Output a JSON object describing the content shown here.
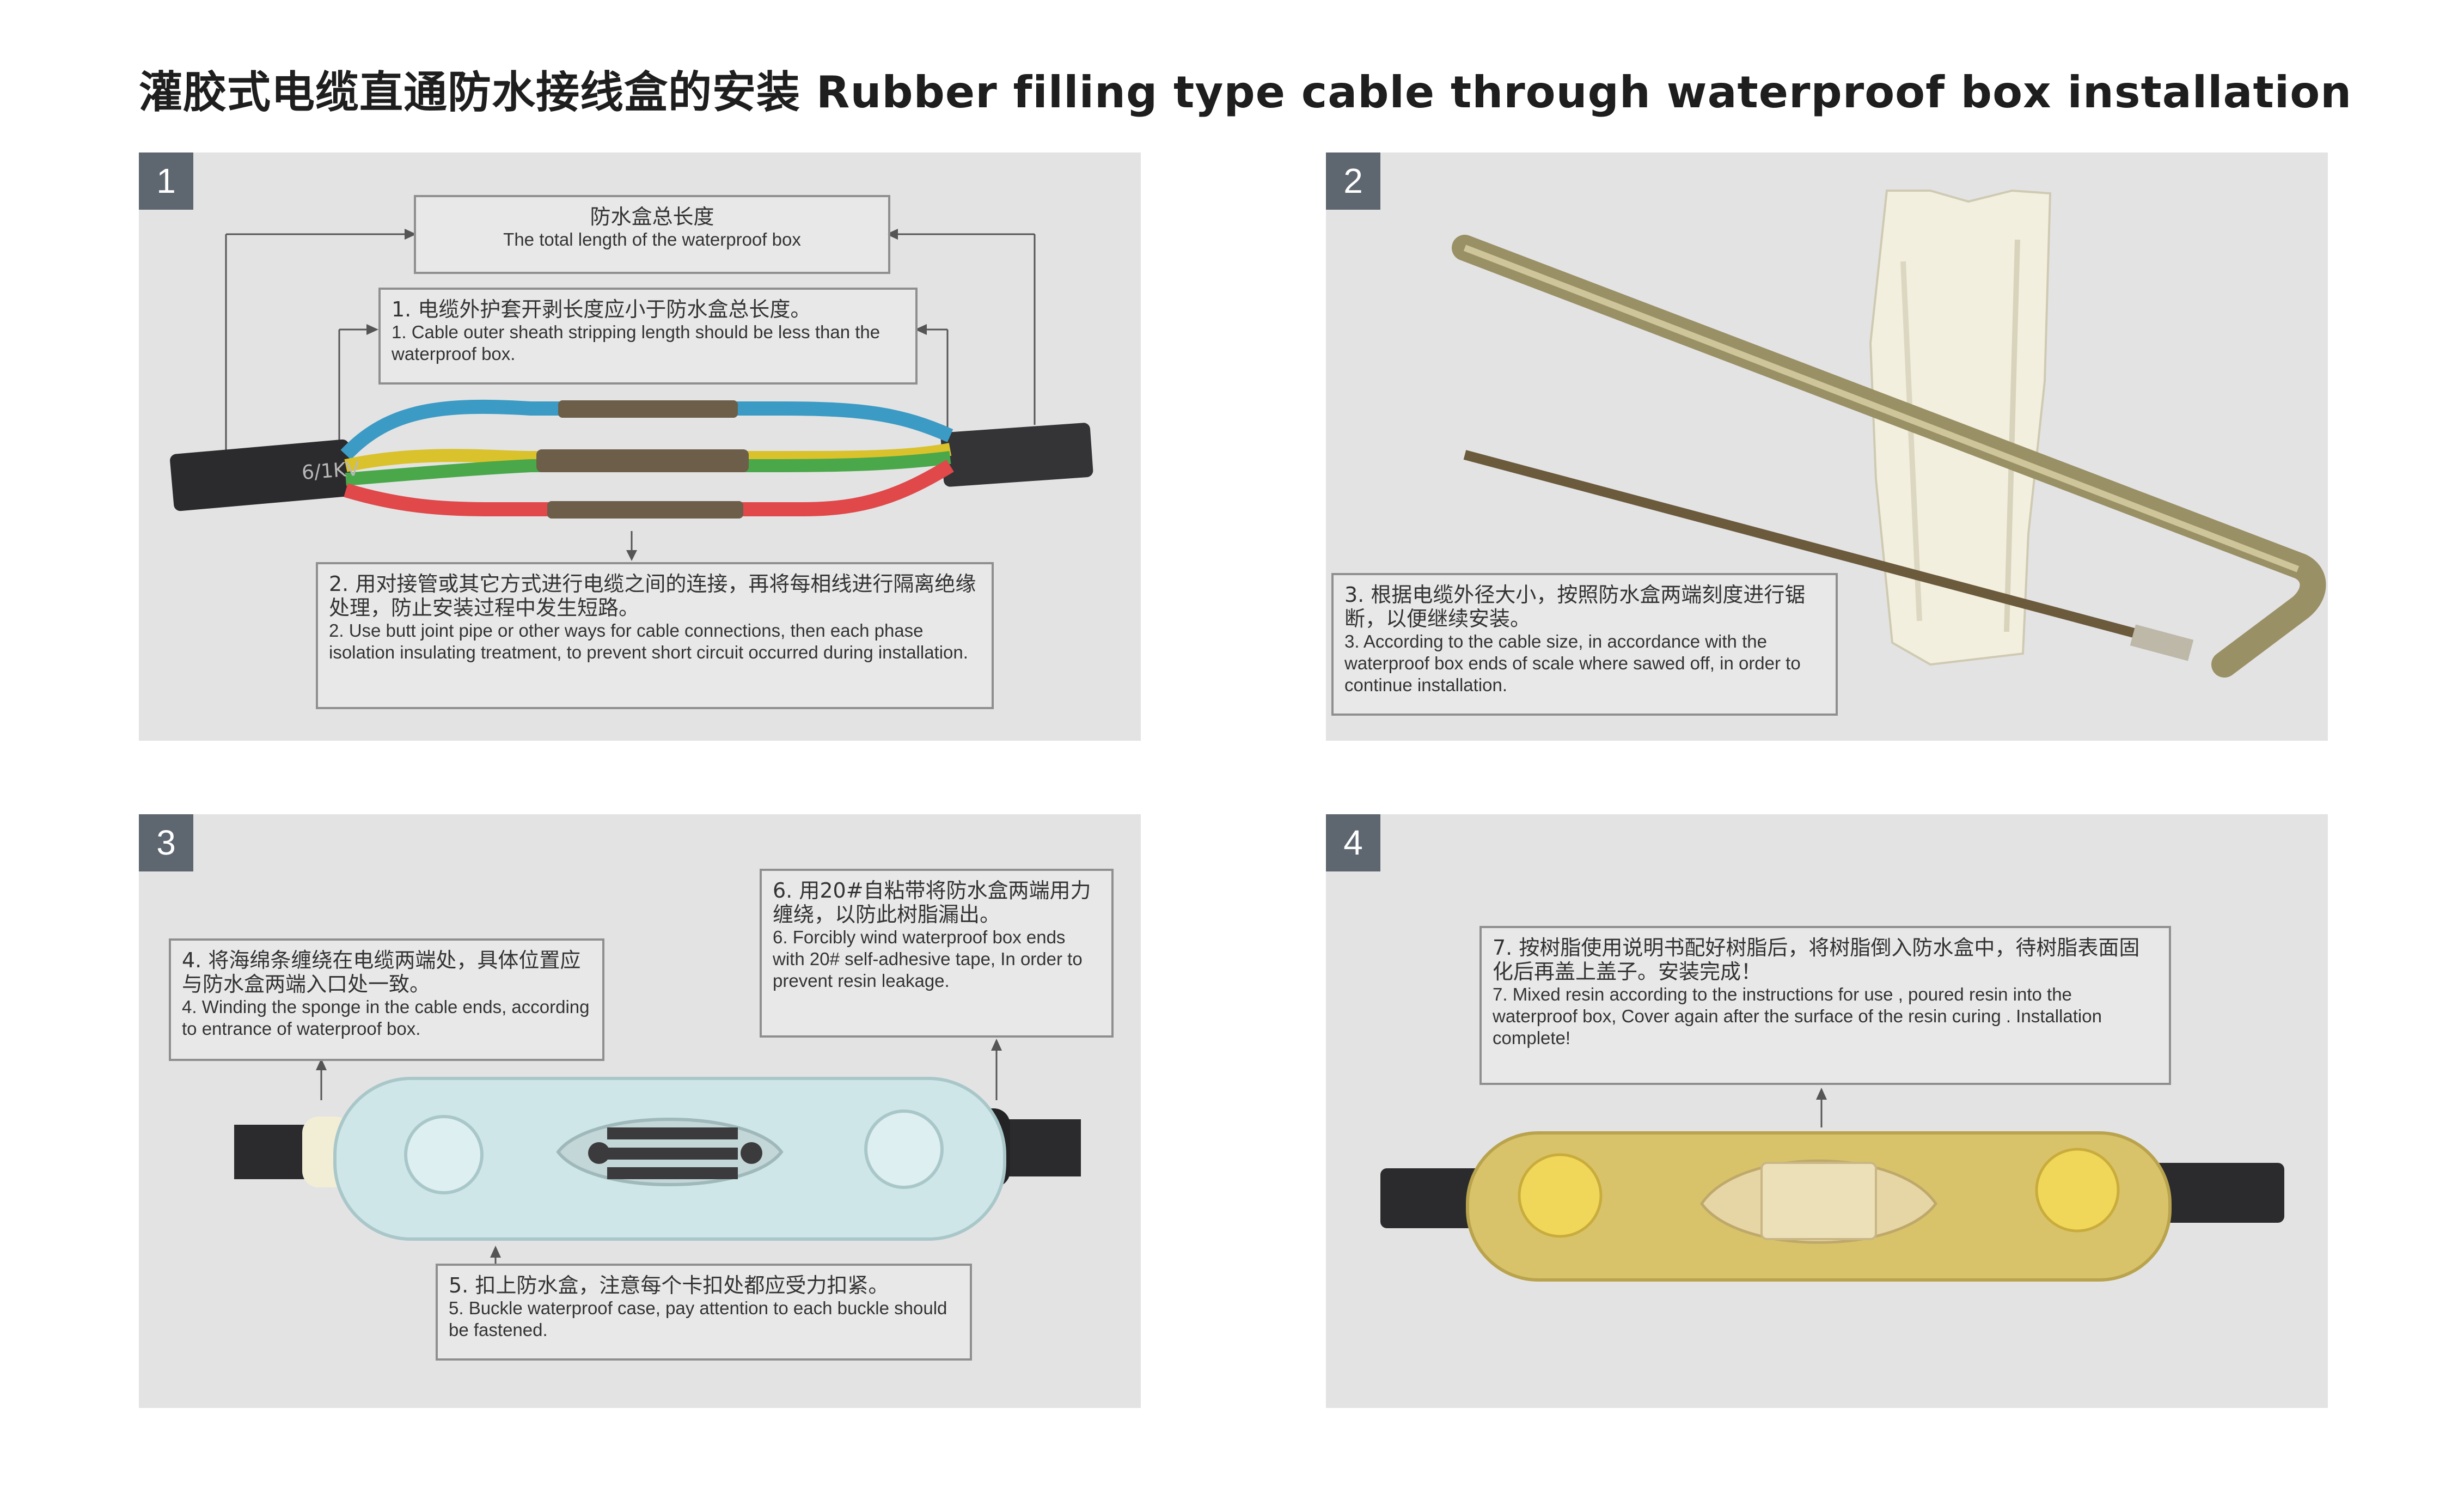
{
  "title": "灌胶式电缆直通防水接线盒的安装  Rubber filling type cable through waterproof box installation",
  "panels": [
    {
      "number": "1",
      "callouts": {
        "total_zh": "防水盒总长度",
        "total_en": "The total length of the waterproof box",
        "strip_zh": "1. 电缆外护套开剥长度应小于防水盒总长度。",
        "strip_en": "1. Cable outer sheath stripping length should be less than the waterproof box.",
        "connect_zh": "2. 用对接管或其它方式进行电缆之间的连接，再将每相线进行隔离绝缘处理，防止安装过程中发生短路。",
        "connect_en": "2. Use butt joint pipe or other ways for cable connections, then each phase isolation insulating treatment, to prevent short circuit occurred during installation."
      },
      "cable_print": "6/1KV"
    },
    {
      "number": "2",
      "callouts": {
        "saw_zh": "3. 根据电缆外径大小，按照防水盒两端刻度进行锯断，以便继续安装。",
        "saw_en": "3. According to the cable size, in accordance with the waterproof box ends of scale where sawed off, in order to continue installation."
      }
    },
    {
      "number": "3",
      "callouts": {
        "sponge_zh": "4. 将海绵条缠绕在电缆两端处，具体位置应与防水盒两端入口处一致。",
        "sponge_en": "4. Winding the sponge in the cable ends, according to entrance of waterproof box.",
        "tape_zh": "6. 用20#自粘带将防水盒两端用力缠绕，以防此树脂漏出。",
        "tape_en": "6. Forcibly wind waterproof box ends with 20# self-adhesive tape, In order to prevent resin leakage.",
        "buckle_zh": "5. 扣上防水盒，注意每个卡扣处都应受力扣紧。",
        "buckle_en": "5. Buckle waterproof case, pay attention to each buckle should be fastened."
      }
    },
    {
      "number": "4",
      "callouts": {
        "resin_zh": "7. 按树脂使用说明书配好树脂后，将树脂倒入防水盒中，待树脂表面固化后再盖上盖子。安装完成！",
        "resin_en": "7.  Mixed resin according to the instructions for use , poured resin into the waterproof box, Cover again after the surface of the resin curing . Installation complete!"
      }
    }
  ],
  "colors": {
    "panel_bg": "#e3e3e4",
    "badge_bg": "#5e6670",
    "wire_blue": "#3b9bc4",
    "wire_yellow": "#d9c22c",
    "wire_green": "#4aa84a",
    "wire_red": "#e0484a",
    "resin_amber": "#d9c36a"
  }
}
